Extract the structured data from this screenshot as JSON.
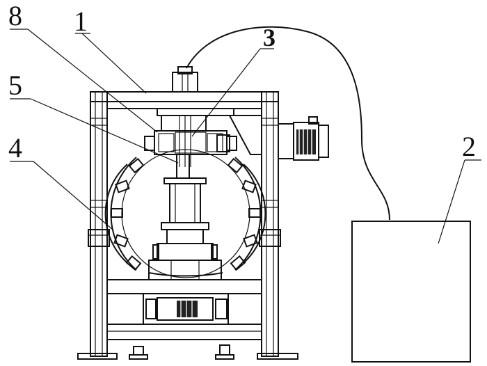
{
  "figure": {
    "labels": {
      "frame": "1",
      "control_box": "2",
      "top_assembly": "3",
      "ring_segments": "4",
      "spindle": "5",
      "clamp_unit": "8"
    },
    "colors": {
      "ink": "#111111",
      "paper": "#ffffff",
      "fill_dark": "#222222"
    }
  }
}
